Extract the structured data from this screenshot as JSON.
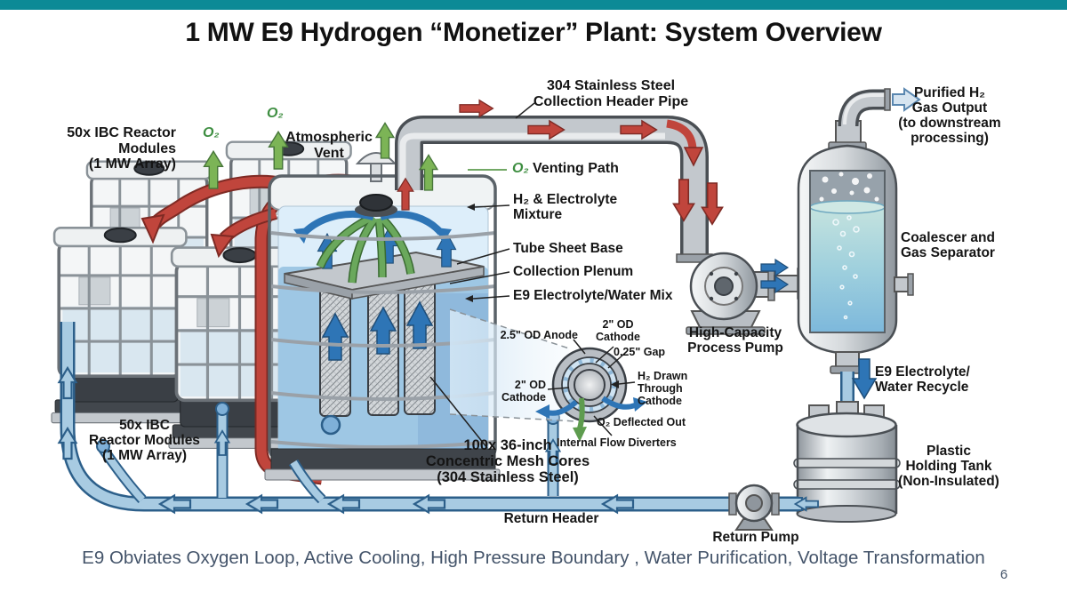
{
  "slide": {
    "title": "1 MW E9 Hydrogen “Monetizer” Plant: System Overview",
    "caption": "E9 Obviates Oxygen Loop, Active Cooling, High Pressure Boundary , Water Purification, Voltage Transformation",
    "page_number": "6"
  },
  "colors": {
    "accent": "#0C8A96",
    "caption_text": "#44546A",
    "red_pipe": "#C0453C",
    "blue_pipe": "#A8CBE2",
    "arrow_blue": "#2E75B6",
    "green": "#3E8E41"
  },
  "labels": {
    "reactor_modules_top": "50x IBC Reactor\nModules\n(1 MW Array)",
    "o2_left": "O₂",
    "o2_mid": "O₂",
    "atmospheric_vent": "Atmospheric\nVent",
    "collection_header": "304 Stainless Steel\nCollection Header Pipe",
    "o2_venting_prefix": "O₂",
    "o2_venting_rest": "Venting Path",
    "h2_mixture": "H₂ & Electrolyte\nMixture",
    "tube_sheet": "Tube Sheet Base",
    "collection_plenum": "Collection Plenum",
    "e9_mix": "E9 Electrolyte/Water Mix",
    "purified_h2": "Purified H₂\nGas Output\n(to downstream\nprocessing)",
    "coalescer": "Coalescer and\nGas Separator",
    "process_pump": "High-Capacity\nProcess Pump",
    "recycle": "E9 Electrolyte/\nWater Recycle",
    "holding_tank": "Plastic\nHolding Tank\n(Non-Insulated)",
    "return_pump": "Return Pump",
    "return_header": "Return Header",
    "reactor_modules_bottom": "50x IBC\nReactor Modules\n(1 MW Array)",
    "mesh_cores": "100x 36-inch\nConcentric Mesh Cores\n(304 Stainless Steel)",
    "inset": {
      "anode": "2.5\" OD Anode",
      "cathode_top": "2\" OD\nCathode",
      "gap": "0.25\" Gap",
      "cathode_left": "2\" OD\nCathode",
      "h2_drawn": "H₂ Drawn\nThrough\nCathode",
      "o2_deflected": "O₂ Deflected Out",
      "flow_diverters": "Internal Flow Diverters"
    }
  }
}
